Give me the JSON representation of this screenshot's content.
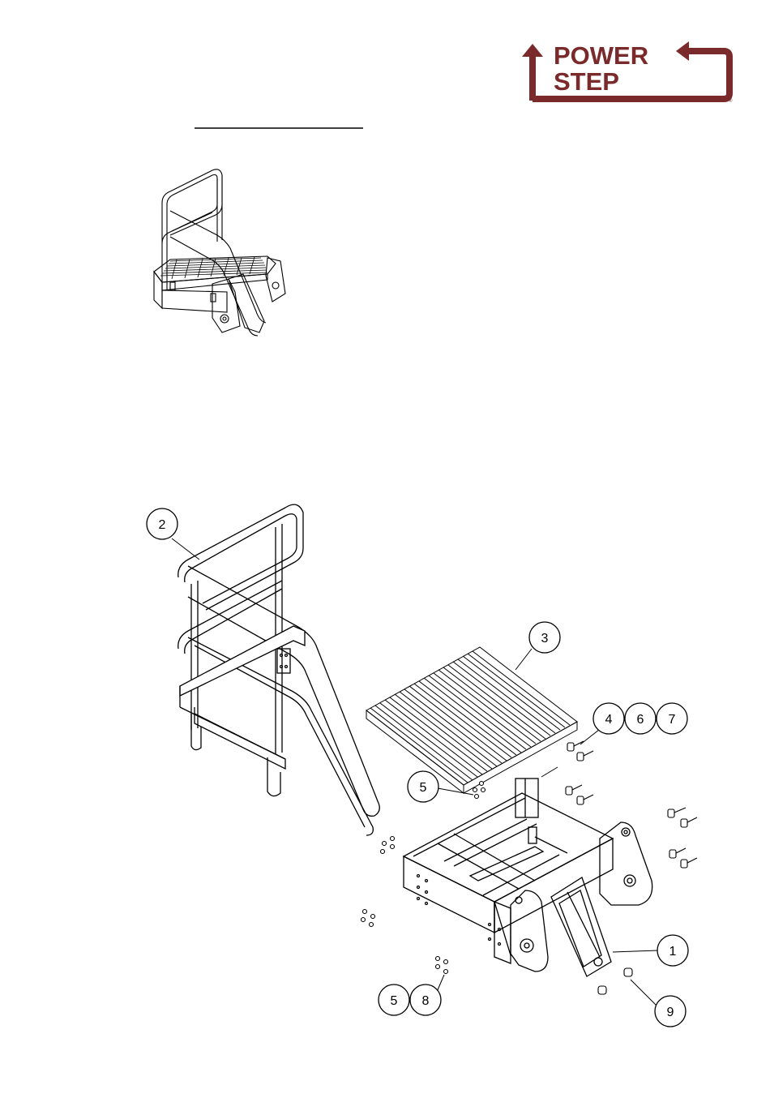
{
  "logo": {
    "line1": "POWER",
    "line2": "STEP",
    "registered": "®",
    "color": "#7a2a2a"
  },
  "callouts": [
    {
      "label": "2"
    },
    {
      "label": "3"
    },
    {
      "label": "4"
    },
    {
      "label": "6"
    },
    {
      "label": "7"
    },
    {
      "label": "5"
    },
    {
      "label": "1"
    },
    {
      "label": "5"
    },
    {
      "label": "8"
    },
    {
      "label": "9"
    }
  ]
}
